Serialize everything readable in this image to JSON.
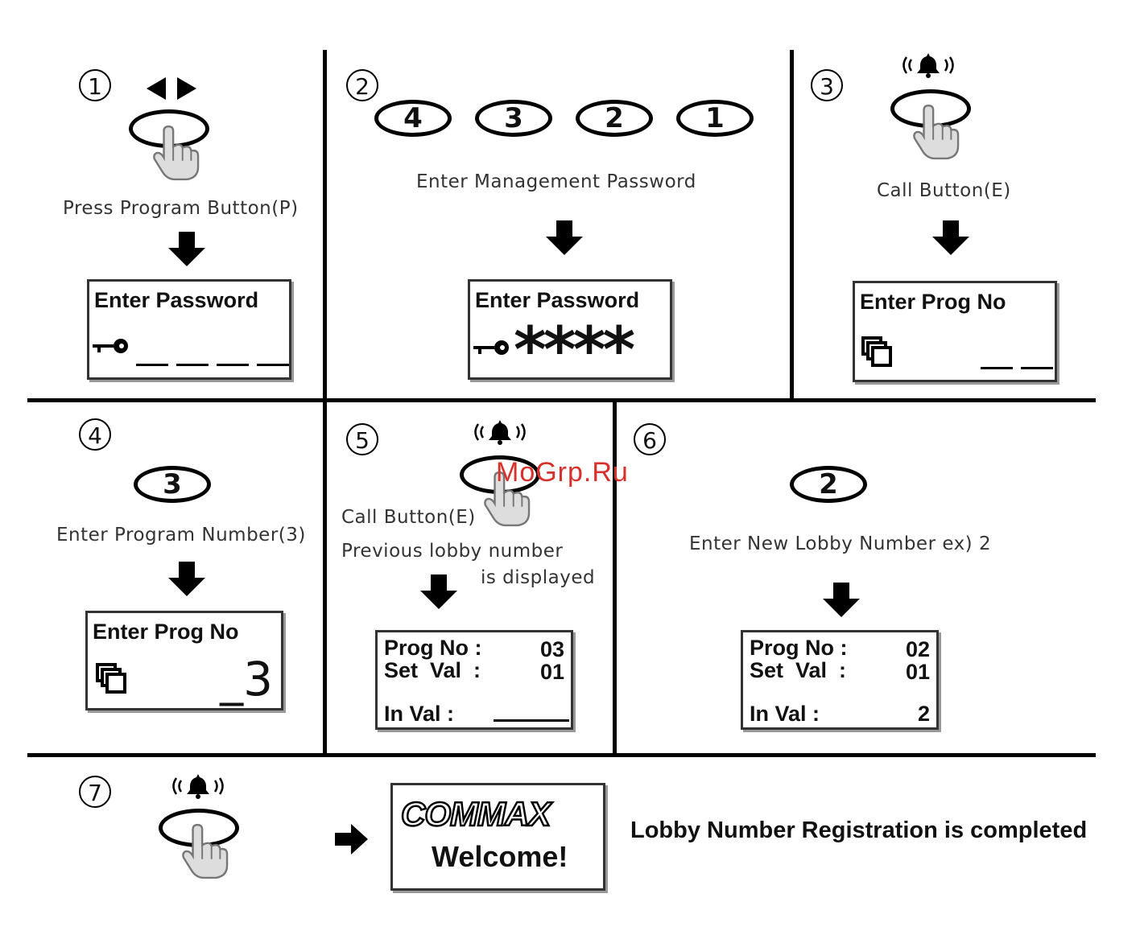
{
  "steps": [
    {
      "num": "1",
      "caption": "Press Program Button(P)",
      "lcd_title": "Enter Password"
    },
    {
      "num": "2",
      "keys": [
        "4",
        "3",
        "2",
        "1"
      ],
      "caption": "Enter Management Password",
      "lcd_title": "Enter Password",
      "lcd_value": "****"
    },
    {
      "num": "3",
      "caption": "Call Button(E)",
      "lcd_title": "Enter Prog  No"
    },
    {
      "num": "4",
      "key": "3",
      "caption": "Enter Program Number(3)",
      "lcd_title": "Enter Prog  No",
      "lcd_value": "_3"
    },
    {
      "num": "5",
      "caption": "Call Button(E)",
      "caption2": "Previous lobby number",
      "caption3": "is displayed",
      "lcd": {
        "prog_label": "Prog No :",
        "prog_val": "03",
        "set_label": "Set  Val  :",
        "set_val": "01",
        "in_label": "In Val :",
        "in_val": ""
      }
    },
    {
      "num": "6",
      "key": "2",
      "caption": "Enter New Lobby Number ex) 2",
      "lcd": {
        "prog_label": "Prog No :",
        "prog_val": "02",
        "set_label": "Set  Val  :",
        "set_val": "01",
        "in_label": "In Val :",
        "in_val": "2"
      }
    },
    {
      "num": "7",
      "logo": "COMMAX",
      "welcome": "Welcome!",
      "result": "Lobby Number Registration is completed"
    }
  ],
  "watermark": "MoGrp.Ru"
}
